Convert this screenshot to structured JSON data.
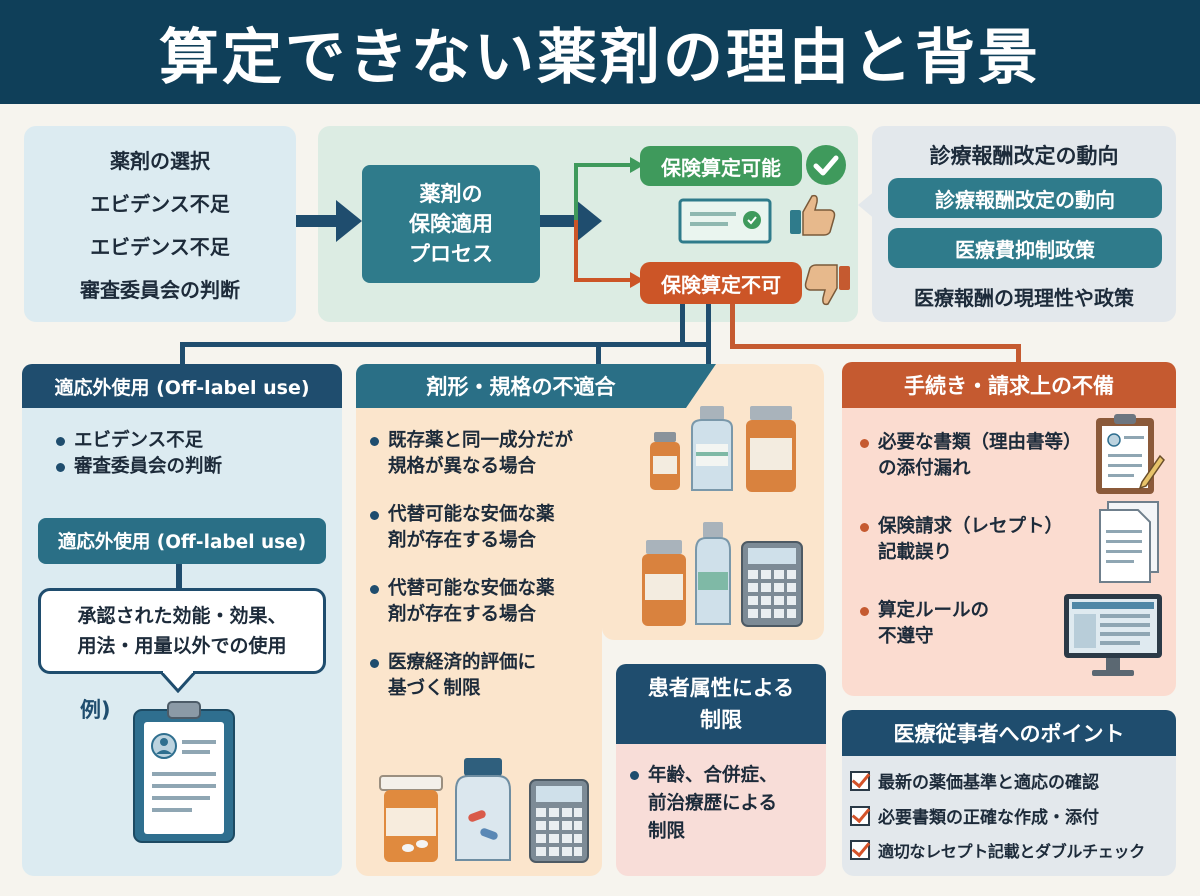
{
  "title": "算定できない薬剤の理由と背景",
  "top_left": {
    "lines": [
      "薬剤の選択",
      "エビデンス不足",
      "エビデンス不足",
      "審査委員会の判断"
    ]
  },
  "process": {
    "lines": [
      "薬剤の",
      "保険適用",
      "プロセス"
    ],
    "approved": "保険算定可能",
    "denied": "保険算定不可"
  },
  "trends": {
    "title": "診療報酬改定の動向",
    "items": [
      "診療報酬改定の動向",
      "医療費抑制政策"
    ],
    "footer": "医療報酬の現理性や政策"
  },
  "offlabel": {
    "header": "適応外使用 (Off-label use)",
    "bullets": [
      "エビデンス不足",
      "審査委員会の判断"
    ],
    "sub_header": "適応外使用 (Off-label use)",
    "definition_lines": [
      "承認された効能・効果、",
      "用法・用量以外での使用"
    ],
    "example_label": "例)"
  },
  "dosage_form": {
    "header": "剤形・規格の不適合",
    "bullets": [
      [
        "既存薬と同一成分だが",
        "規格が異なる場合"
      ],
      [
        "代替可能な安価な薬",
        "剤が存在する場合"
      ],
      [
        "代替可能な安価な薬",
        "剤が存在する場合"
      ],
      [
        "医療経済的評価に",
        "基づく制限"
      ]
    ]
  },
  "patient": {
    "header_lines": [
      "患者属性による",
      "制限"
    ],
    "bullet_lines": [
      "年齢、合併症、",
      "前治療歴による",
      "制限"
    ]
  },
  "procedure": {
    "header": "手続き・請求上の不備",
    "bullets": [
      [
        "必要な書類（理由書等）",
        "の添付漏れ"
      ],
      [
        "保険請求（レセプト）",
        "記載誤り"
      ],
      [
        "算定ルールの",
        "不遵守"
      ]
    ]
  },
  "points": {
    "header": "医療従事者へのポイント",
    "items": [
      "最新の薬価基準と適応の確認",
      "必要書類の正確な作成・添付",
      "適切なレセプト記載とダブルチェック"
    ]
  },
  "colors": {
    "navy": "#0f3f59",
    "teal": "#2f7b8b",
    "green": "#3f9a5c",
    "orange": "#cc5527"
  },
  "icons": [
    "arrow-right-icon",
    "check-icon",
    "thumbs-up-icon",
    "thumbs-down-icon",
    "certificate-icon",
    "clipboard-icon",
    "document-icon",
    "monitor-icon",
    "medicine-bottle-icon",
    "calculator-icon",
    "checkbox-icon"
  ]
}
